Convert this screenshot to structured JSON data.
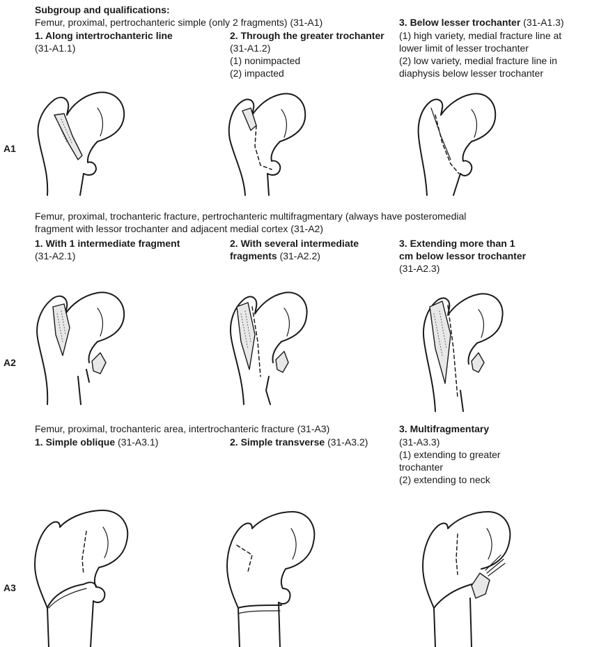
{
  "header": {
    "title": "Subgroup and qualifications:",
    "a1_intro": "Femur, proximal, pertrochanteric simple (only 2 fragments) (31-A1)",
    "a2_intro_line1": "Femur, proximal, trochanteric fracture, pertrochanteric multifragmentary (always have posteromedial",
    "a2_intro_line2": "fragment with lessor trochanter and adjacent medial cortex (31-A2)",
    "a3_intro": "Femur, proximal, trochanteric area, intertrochanteric fracture (31-A3)"
  },
  "rows": {
    "a1": "A1",
    "a2": "A2",
    "a3": "A3"
  },
  "a1": {
    "c1_title": "1. Along intertrochanteric line",
    "c1_code": "(31-A1.1)",
    "c2_title": "2. Through the greater trochanter",
    "c2_code": "(31-A1.2)",
    "c2_q1": "(1) nonimpacted",
    "c2_q2": "(2) impacted",
    "c3_title": "3. Below lesser trochanter",
    "c3_code": " (31-A1.3)",
    "c3_q1a": "(1) high variety, medial fracture line at",
    "c3_q1b": "lower limit of lesser trochanter",
    "c3_q2a": "(2) low variety, medial fracture line in",
    "c3_q2b": "diaphysis below lesser trochanter"
  },
  "a2": {
    "c1_title": "1. With 1 intermediate fragment",
    "c1_code": "(31-A2.1)",
    "c2_title_a": "2. With several intermediate",
    "c2_title_b": "fragments",
    "c2_code": " (31-A2.2)",
    "c3_title_a": "3. Extending more than 1",
    "c3_title_b": "cm below lessor trochanter",
    "c3_code": "(31-A2.3)"
  },
  "a3": {
    "c1_title": "1. Simple oblique",
    "c1_code": " (31-A3.1)",
    "c2_title": "2. Simple transverse",
    "c2_code": " (31-A3.2)",
    "c3_title": "3. Multifragmentary",
    "c3_code": "(31-A3.3)",
    "c3_q1a": "(1) extending to greater",
    "c3_q1b": "trochanter",
    "c3_q2": "(2) extending to neck"
  }
}
